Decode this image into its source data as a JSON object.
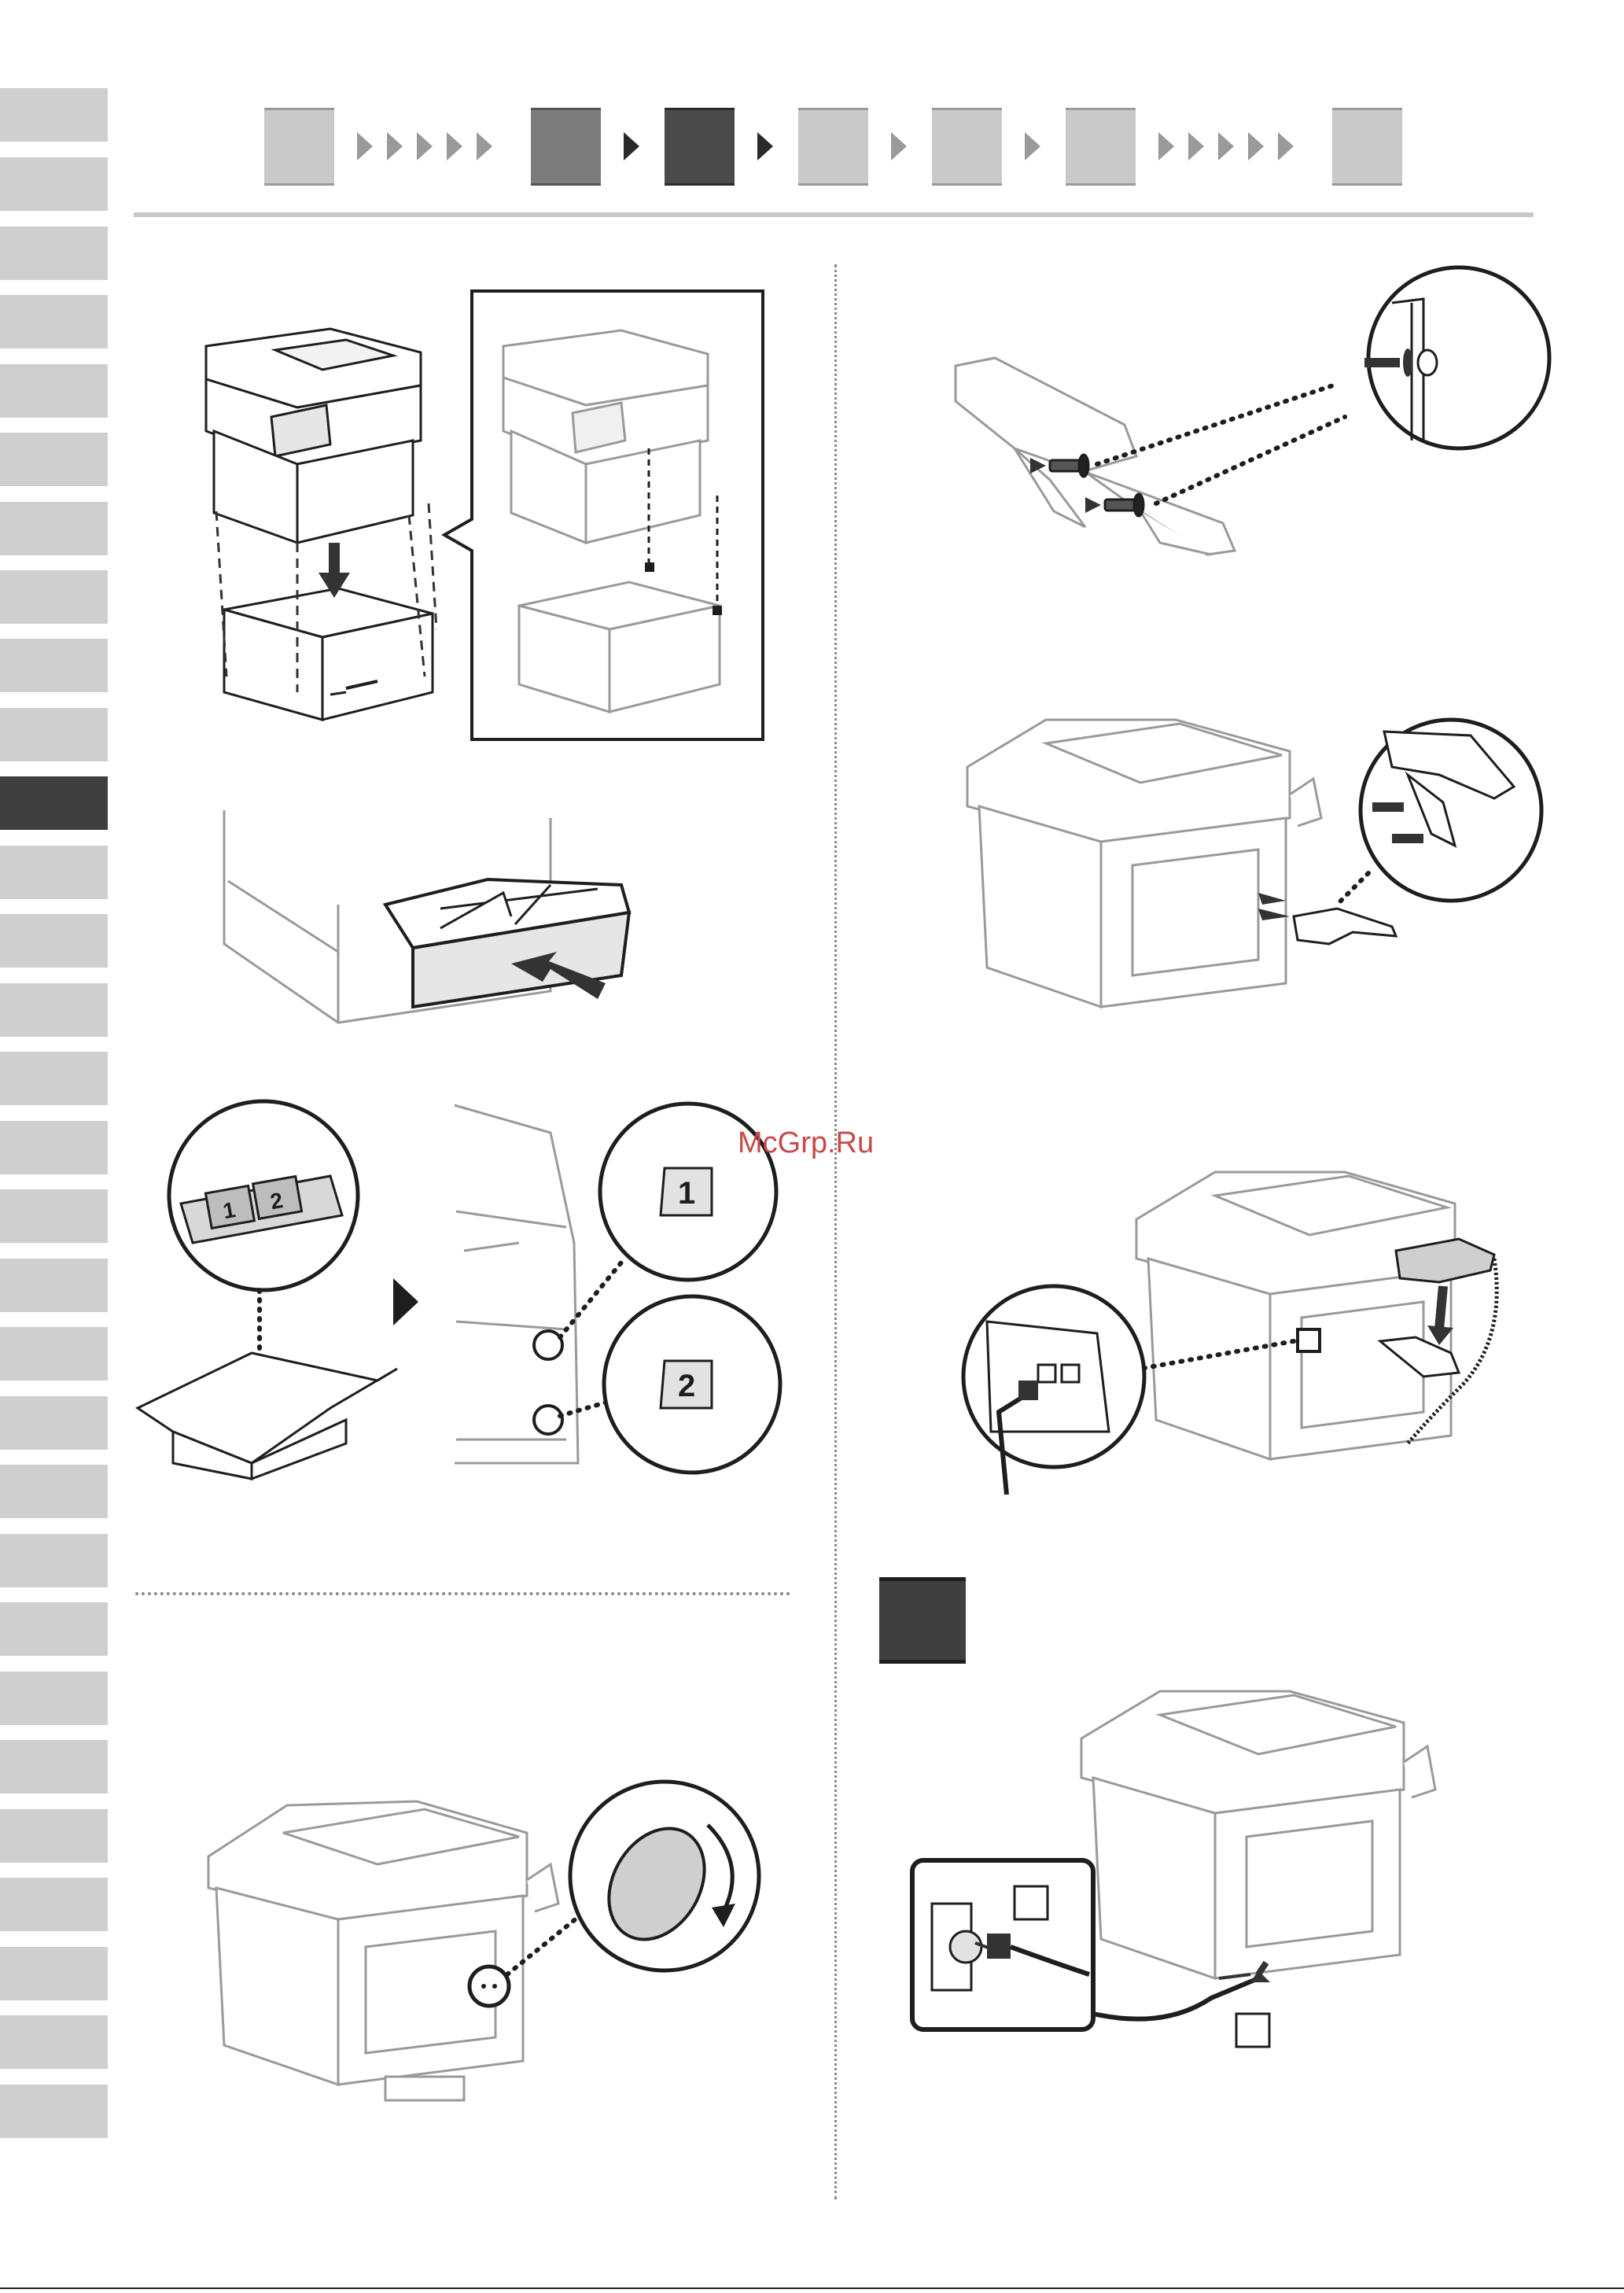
{
  "watermark": "McGrp.Ru",
  "tray_labels": {
    "tray_1": "1",
    "tray_2": "2",
    "box_label_1": "1",
    "box_label_2": "2"
  },
  "navigation": {
    "language_tabs_count": 30,
    "active_tab_index": 11,
    "steps": [
      "light",
      "mid",
      "dark",
      "light",
      "light",
      "light",
      "light"
    ]
  },
  "colors": {
    "tab_gray": "#cfcfcf",
    "tab_active": "#3f3f3f",
    "line_art": "#9a9a9a",
    "line_art_dark": "#1e1e1e",
    "step_dark": "#4a4a4a"
  },
  "icons": {
    "step_marker": "dark-square-icon",
    "outlet_checkbox": "empty-checkbox-icon",
    "plug_checkbox": "empty-checkbox-icon"
  }
}
